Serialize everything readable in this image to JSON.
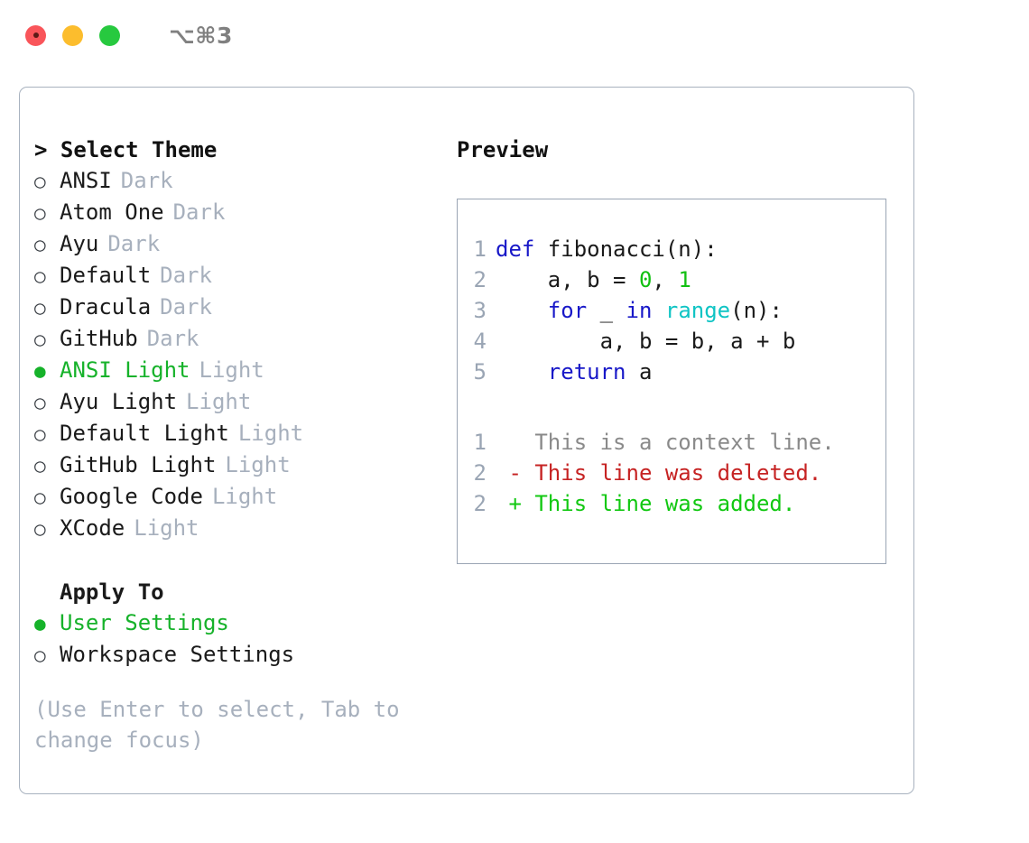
{
  "titlebar": {
    "shortcut": "⌥⌘3",
    "dots": [
      "close-red",
      "minimize-yellow",
      "zoom-green"
    ]
  },
  "left": {
    "theme_section": {
      "header": "> Select Theme",
      "items": [
        {
          "bullet": "○",
          "name": "ANSI",
          "kind": "Dark",
          "selected": false
        },
        {
          "bullet": "○",
          "name": "Atom One",
          "kind": "Dark",
          "selected": false
        },
        {
          "bullet": "○",
          "name": "Ayu",
          "kind": "Dark",
          "selected": false
        },
        {
          "bullet": "○",
          "name": "Default",
          "kind": "Dark",
          "selected": false
        },
        {
          "bullet": "○",
          "name": "Dracula",
          "kind": "Dark",
          "selected": false
        },
        {
          "bullet": "○",
          "name": "GitHub",
          "kind": "Dark",
          "selected": false
        },
        {
          "bullet": "●",
          "name": "ANSI Light",
          "kind": "Light",
          "selected": true
        },
        {
          "bullet": "○",
          "name": "Ayu Light",
          "kind": "Light",
          "selected": false
        },
        {
          "bullet": "○",
          "name": "Default Light",
          "kind": "Light",
          "selected": false
        },
        {
          "bullet": "○",
          "name": "GitHub Light",
          "kind": "Light",
          "selected": false
        },
        {
          "bullet": "○",
          "name": "Google Code",
          "kind": "Light",
          "selected": false
        },
        {
          "bullet": "○",
          "name": "XCode",
          "kind": "Light",
          "selected": false
        }
      ]
    },
    "apply_section": {
      "header": "Apply To",
      "items": [
        {
          "bullet": "●",
          "name": "User Settings",
          "kind": "",
          "selected": true
        },
        {
          "bullet": "○",
          "name": "Workspace Settings",
          "kind": "",
          "selected": false
        }
      ]
    },
    "hint": "(Use Enter to select, Tab to change focus)"
  },
  "preview": {
    "title": "Preview",
    "code_lines": [
      {
        "n": "1",
        "tokens": [
          {
            "t": "def",
            "c": "kw"
          },
          {
            "t": " fibonacci(n):",
            "c": "plain"
          }
        ]
      },
      {
        "n": "2",
        "tokens": [
          {
            "t": "    a, b = ",
            "c": "plain"
          },
          {
            "t": "0",
            "c": "num"
          },
          {
            "t": ", ",
            "c": "plain"
          },
          {
            "t": "1",
            "c": "num"
          }
        ]
      },
      {
        "n": "3",
        "tokens": [
          {
            "t": "    ",
            "c": "plain"
          },
          {
            "t": "for",
            "c": "kw"
          },
          {
            "t": " _ ",
            "c": "plain"
          },
          {
            "t": "in",
            "c": "kw"
          },
          {
            "t": " ",
            "c": "plain"
          },
          {
            "t": "range",
            "c": "fn"
          },
          {
            "t": "(n):",
            "c": "plain"
          }
        ]
      },
      {
        "n": "4",
        "tokens": [
          {
            "t": "        a, b = b, a + b",
            "c": "plain"
          }
        ]
      },
      {
        "n": "5",
        "tokens": [
          {
            "t": "    ",
            "c": "plain"
          },
          {
            "t": "return",
            "c": "kw"
          },
          {
            "t": " a",
            "c": "plain"
          }
        ]
      }
    ],
    "diff_lines": [
      {
        "n": "1",
        "marker": " ",
        "text": " This is a context line.",
        "style": "diff-ctx"
      },
      {
        "n": "2",
        "marker": "-",
        "text": " This line was deleted.",
        "style": "diff-del"
      },
      {
        "n": "2",
        "marker": "+",
        "text": " This line was added.",
        "style": "diff-add"
      }
    ]
  },
  "colors": {
    "accent_green": "#16b22a",
    "muted": "#a7b0bd",
    "keyword": "#1818c8",
    "number": "#12c012",
    "builtin": "#0fc4c4",
    "diff_add": "#12c812",
    "diff_del": "#c62323",
    "border": "#a8b2bf"
  }
}
